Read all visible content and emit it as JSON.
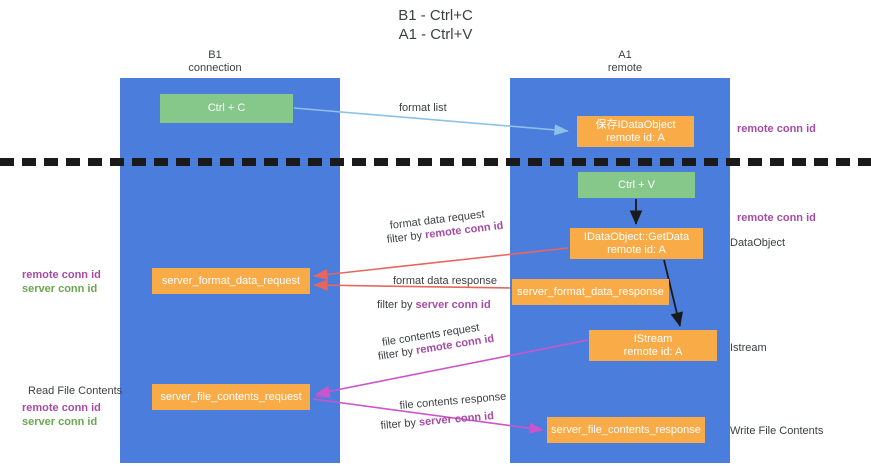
{
  "title": {
    "line1": "B1 - Ctrl+C",
    "line2": "A1 - Ctrl+V"
  },
  "columns": [
    {
      "id": "b1",
      "name": "B1",
      "role": "connection"
    },
    {
      "id": "a1",
      "name": "A1",
      "role": "remote"
    }
  ],
  "nodes": {
    "ctrl_c": {
      "label": "Ctrl + C",
      "sub": "",
      "color": "#85c88a"
    },
    "ctrl_v": {
      "label": "Ctrl + V",
      "sub": "",
      "color": "#85c88a"
    },
    "idataobject": {
      "label": "保存IDataObject",
      "sub": "remote id: A",
      "color": "#f9ab48"
    },
    "getdata": {
      "label": "IDataObject::GetData",
      "sub": "remote id: A",
      "color": "#f9ab48"
    },
    "istream": {
      "label": "IStream",
      "sub": "remote id: A",
      "color": "#f9ab48"
    },
    "format_request": {
      "label": "server_format_data_request",
      "color": "#f9ab48"
    },
    "format_response": {
      "label": "server_format_data_response",
      "color": "#f9ab48"
    },
    "file_request": {
      "label": "server_file_contents_request",
      "color": "#f9ab48"
    },
    "file_response": {
      "label": "server_file_contents_response",
      "color": "#f9ab48"
    }
  },
  "arrow_labels": {
    "format_list": "format list",
    "format_data_request": "format data request",
    "format_data_request_filter_pre": "filter by ",
    "format_data_request_filter_key": "remote conn id",
    "format_data_response": "format data response",
    "format_data_response_filter_pre": "filter by ",
    "format_data_response_filter_key": "server conn id",
    "file_contents_request": "file contents request",
    "file_contents_request_filter_pre": "filter by ",
    "file_contents_request_filter_key": "remote conn id",
    "file_contents_response": "file contents response",
    "file_contents_response_filter_pre": "filter by ",
    "file_contents_response_filter_key": "server conn id"
  },
  "annotations": {
    "remote_conn_id_top": "remote conn id",
    "remote_conn_id_mid": "remote conn id",
    "dataobject": "DataObject",
    "istream": "Istream",
    "write_file_contents": "Write File Contents",
    "read_file_contents": "Read File Contents",
    "left_remote_conn_id": "remote conn id",
    "left_server_conn_id": "server conn id",
    "left_remote_conn_id_2": "remote conn id",
    "left_server_conn_id_2": "server conn id"
  },
  "colors": {
    "column_blue": "#4a7ddc",
    "node_green": "#85c88a",
    "node_orange": "#f9ab48",
    "arrow_blue": "#8cc1e8",
    "arrow_red": "#e8665c",
    "arrow_magenta": "#cc55cc",
    "arrow_black": "#1a1a1a",
    "text_purple": "#a64ca6",
    "text_green": "#6aa84f",
    "text_dark": "#3c4043",
    "background": "#ffffff"
  }
}
